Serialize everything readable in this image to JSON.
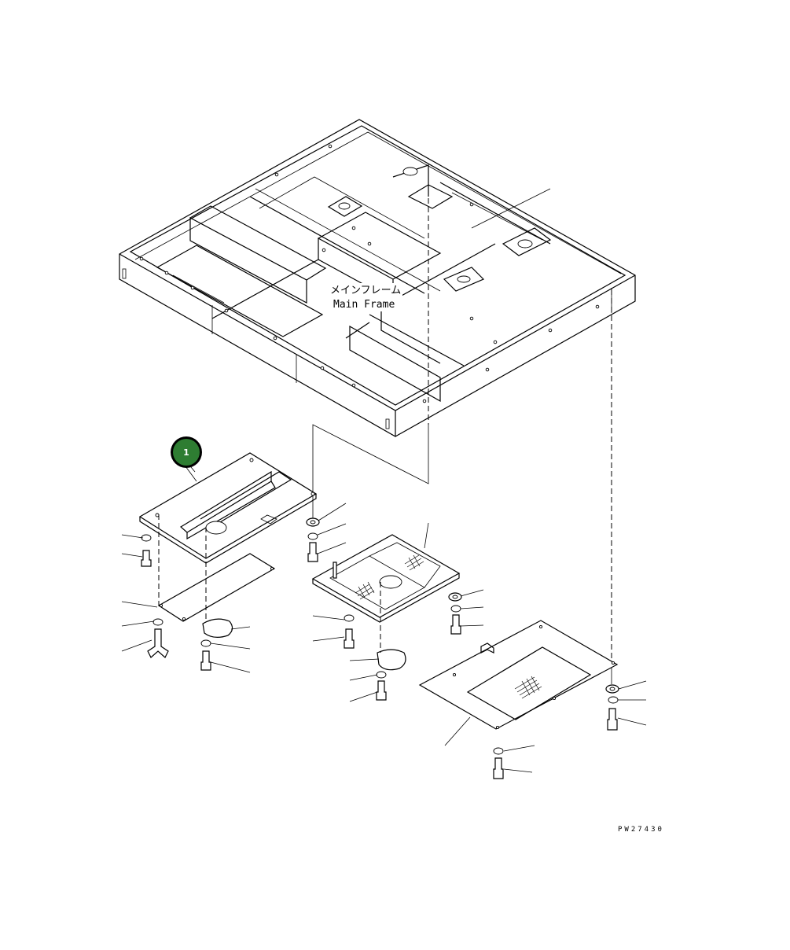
{
  "main_frame": {
    "label_jp": "メインフレーム",
    "label_en": "Main Frame"
  },
  "callouts": [
    {
      "number": "1",
      "color": "#2e7d32"
    }
  ],
  "drawing_code": "PW27430",
  "colors": {
    "line": "#000000",
    "background": "#ffffff",
    "callout_fill": "#2e7d32"
  }
}
